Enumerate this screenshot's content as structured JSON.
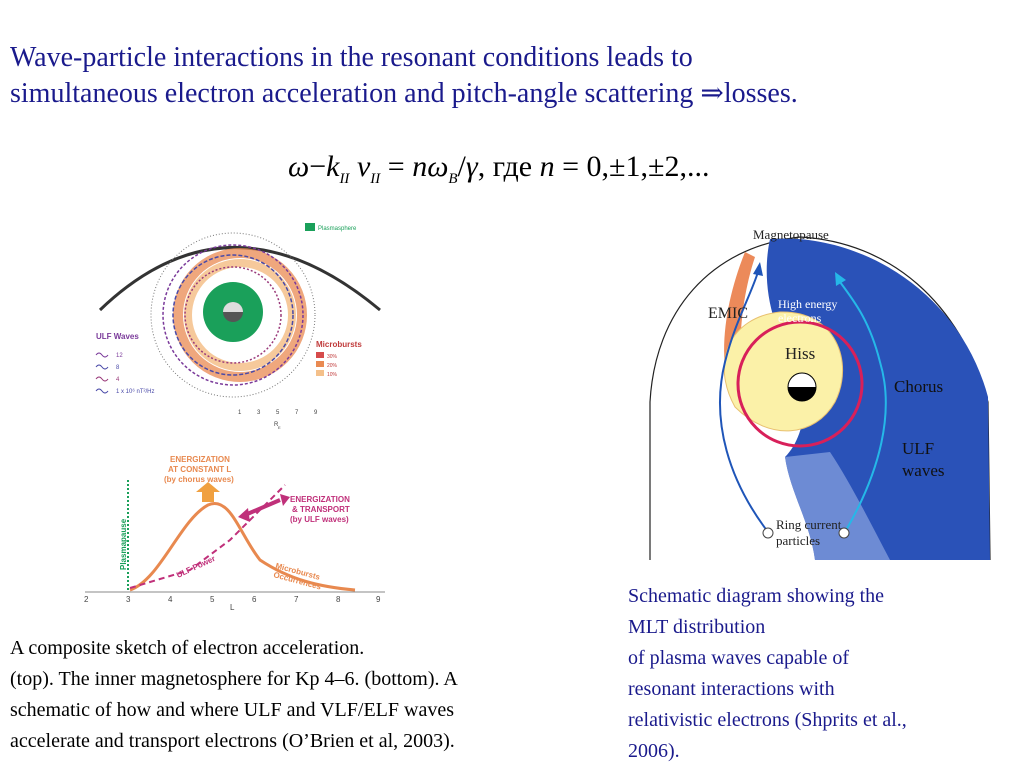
{
  "title": {
    "line1": "Wave-particle interactions in the resonant conditions leads to",
    "line2": "simultaneous electron acceleration and pitch-angle scattering ⇒losses."
  },
  "formula": {
    "lhs_omega": "ω",
    "minus": "−",
    "k": "k",
    "k_sub": "II",
    "v": "v",
    "v_sub": "II",
    "equals": "=",
    "n": "n",
    "omega_B": "ω",
    "B_sub": "B",
    "slash": "/",
    "gamma": "γ",
    "where": ", где",
    "n_values": "= 0,±1,±2,..."
  },
  "fig_top_left": {
    "legend_plasmasphere": "Plasmasphere",
    "ulf_title": "ULF Waves",
    "ulf_values": [
      "12",
      "8",
      "4"
    ],
    "ulf_scale": "1 x 10⁶ nT²/Hz",
    "microbursts_title": "Microbursts",
    "microburst_values": [
      "30%",
      "20%",
      "10%"
    ],
    "axis_ticks": [
      "1",
      "3",
      "5",
      "7",
      "9"
    ],
    "axis_label": "R",
    "axis_label_sub": "E",
    "colors": {
      "plasmasphere": "#1aa05a",
      "ulf": "#7a3a9a",
      "microburst_30": "#d64b4b",
      "microburst_20": "#e98a52",
      "microburst_10": "#f4c08a",
      "bowshock": "#333333"
    }
  },
  "fig_bottom_left": {
    "energization_constant": [
      "ENERGIZATION",
      "AT CONSTANT L",
      "(by chorus waves)"
    ],
    "energization_transport": [
      "ENERGIZATION",
      "& TRANSPORT",
      "(by ULF waves)"
    ],
    "plasmapause_label": "Plasmapause",
    "ulf_power_label": "ULF Power",
    "microbursts_label": [
      "Microbursts",
      "Occurrences"
    ],
    "x_ticks": [
      "2",
      "3",
      "4",
      "5",
      "6",
      "7",
      "8",
      "9"
    ],
    "x_label": "L",
    "colors": {
      "curve": "#e8894f",
      "dashed": "#c0307a",
      "plasmapause": "#1aa05a",
      "arrow_up": "#f0a040",
      "arrow_diag": "#c0307a"
    }
  },
  "fig_right": {
    "magnetopause": "Magnetopause",
    "emic": "EMIC",
    "high_energy": [
      "High energy",
      "electrons"
    ],
    "hiss": "Hiss",
    "chorus": "Chorus",
    "ulf_waves": [
      "ULF",
      "waves"
    ],
    "ring_current": [
      "Ring current",
      "particles"
    ],
    "colors": {
      "chorus_blue": "#2a52b8",
      "hiss_yellow": "#fbf1a8",
      "emic_orange": "#ec8a5a",
      "hiss_ring": "#d8205a",
      "particle_path": "#1f55b8",
      "particle_path_cyan": "#25b8e8"
    }
  },
  "caption_left": {
    "line1": "A composite sketch of electron acceleration.",
    "line2": "(top). The inner magnetosphere for Kp  4–6. (bottom). A",
    "line3": "schematic of how and where ULF and VLF/ELF waves",
    "line4": "accelerate and transport electrons (O’Brien et al, 2003)."
  },
  "caption_right": {
    "line1": "Schematic diagram showing the",
    "line2": "MLT distribution",
    "line3": "of plasma waves capable of",
    "line4": "resonant interactions with",
    "line5": "relativistic electrons (Shprits et al.,",
    "line6": "2006)."
  }
}
